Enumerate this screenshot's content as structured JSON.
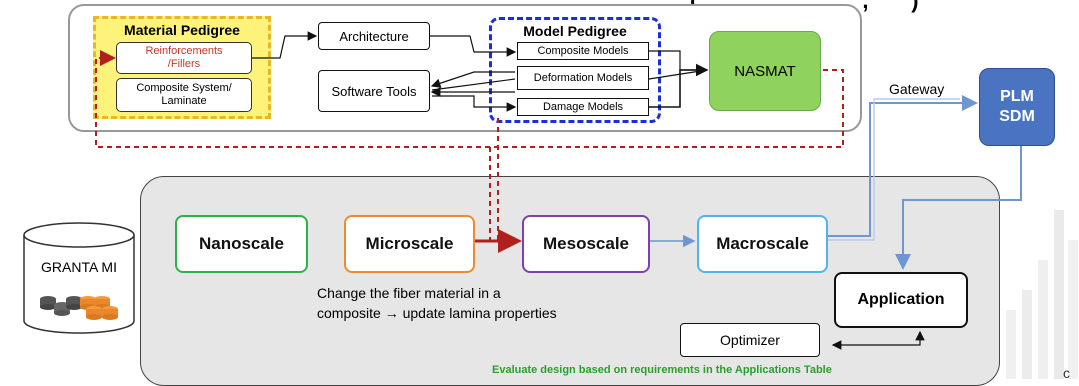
{
  "header_fragment": "(                ,          ,       )",
  "material_pedigree": {
    "title": "Material Pedigree",
    "items": [
      "Reinforcements /Fillers",
      "Composite System/ Laminate"
    ],
    "colors": {
      "fill": "#fdf27a",
      "border": "#e9b627",
      "highlight_text": "#c0392b"
    }
  },
  "architecture_label": "Architecture",
  "software_tools_label": "Software Tools",
  "model_pedigree": {
    "title": "Model Pedigree",
    "items": [
      "Composite Models",
      "Deformation Models",
      "Damage Models"
    ],
    "colors": {
      "border": "#1a2fd6"
    }
  },
  "nasmat": {
    "label": "NASMAT",
    "color": "#8fd25e"
  },
  "gateway_label": "Gateway",
  "plm": {
    "line1": "PLM",
    "line2": "SDM",
    "color": "#4a73c2"
  },
  "granta": {
    "label": "GRANTA MI"
  },
  "scales": [
    {
      "label": "Nanoscale",
      "color": "#2bb34a"
    },
    {
      "label": "Microscale",
      "color": "#ef8a2e"
    },
    {
      "label": "Mesoscale",
      "color": "#7e3fb0"
    },
    {
      "label": "Macroscale",
      "color": "#4fb7e8"
    }
  ],
  "note": {
    "line1": "Change the fiber material in a",
    "line2": "composite → update lamina properties"
  },
  "application_label": "Application",
  "optimizer_label": "Optimizer",
  "footer_text": "Evaluate design based on requirements in the Applications Table",
  "footer_color": "#2aa02a"
}
